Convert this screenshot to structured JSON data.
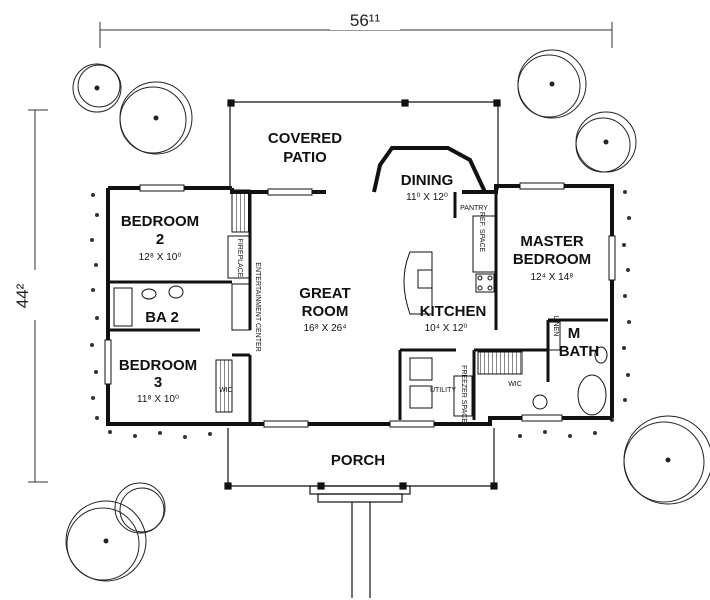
{
  "overall": {
    "width": "56¹¹",
    "depth": "44²"
  },
  "rooms": {
    "covered_patio": {
      "line1": "COVERED",
      "line2": "PATIO"
    },
    "dining": {
      "name": "DINING",
      "size": "11⁰ X 12⁰"
    },
    "pantry": "PANTRY",
    "bedroom2": {
      "line1": "BEDROOM",
      "line2": "2",
      "size": "12⁸ X 10⁰"
    },
    "fireplace": "FIREPLACE",
    "entertainment": "ENTERTAINMENT CENTER",
    "great_room": {
      "line1": "GREAT",
      "line2": "ROOM",
      "size": "16⁸ X 26⁴"
    },
    "kitchen": {
      "name": "KITCHEN",
      "size": "10⁴ X 12⁰"
    },
    "master_bedroom": {
      "line1": "MASTER",
      "line2": "BEDROOM",
      "size": "12⁴ X 14⁸"
    },
    "linen": "LINEN",
    "m_bath": {
      "line1": "M",
      "line2": "BATH"
    },
    "ba2": "BA 2",
    "bedroom3": {
      "line1": "BEDROOM",
      "line2": "3",
      "size": "11⁸ X 10⁰"
    },
    "wic_left": "WIC",
    "wic_right": "WIC",
    "utility": "UTILITY",
    "freezer": "FREEZER SPACE",
    "ref_space": "REF. SPACE",
    "porch": "PORCH"
  }
}
